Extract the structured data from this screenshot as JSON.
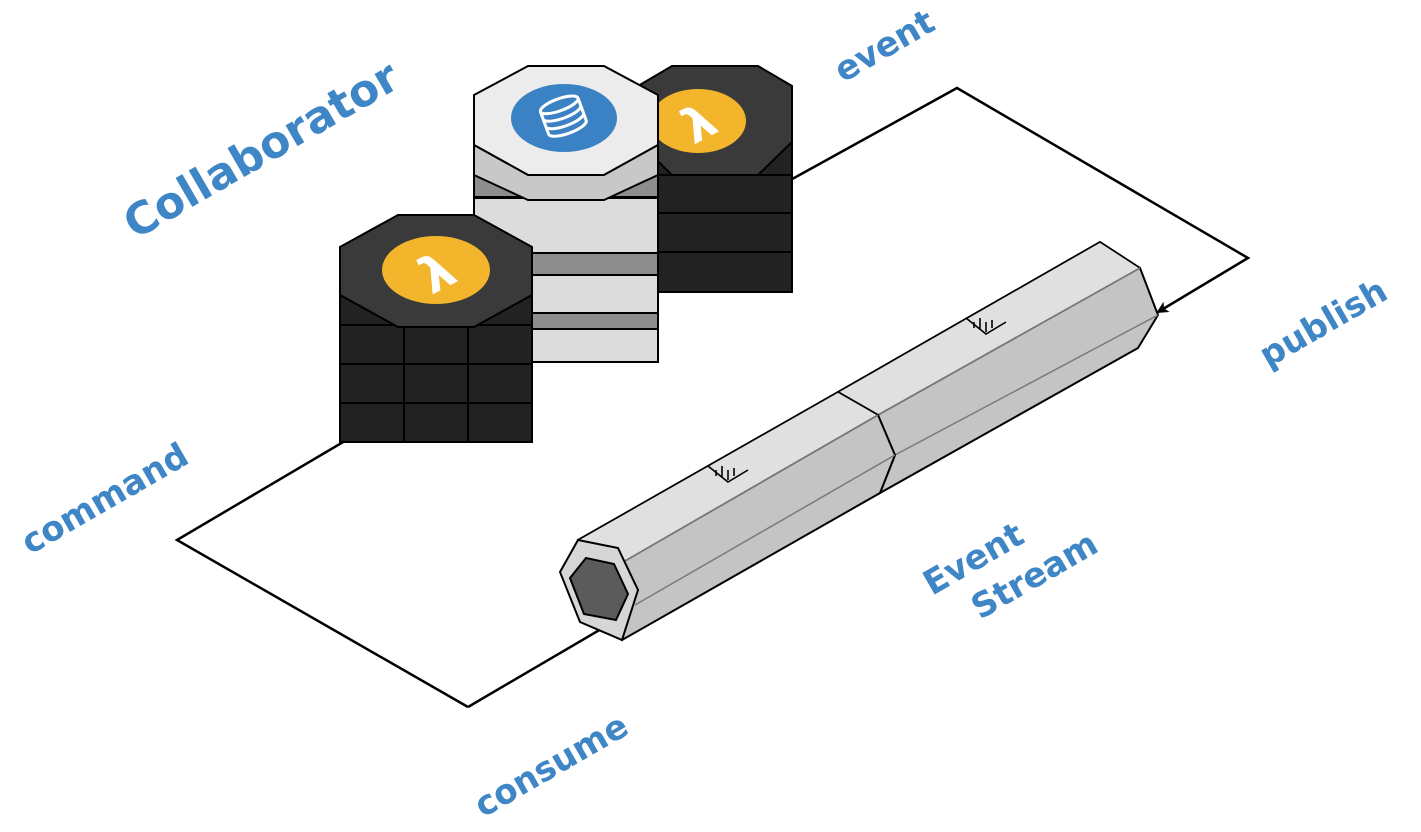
{
  "colors": {
    "label_blue": "#3f86c6",
    "lambda_orange": "#f2b52c",
    "db_blue": "#3b82c4",
    "stream_gray": "#c9c9c9",
    "dark_node": "#2b2b2b",
    "line": "#000000"
  },
  "labels": {
    "collaborator": "Collaborator",
    "event": "event",
    "publish": "publish",
    "command": "command",
    "consume": "consume",
    "event_stream_line1": "Event",
    "event_stream_line2": "Stream"
  },
  "icons": {
    "lambda": "lambda-icon",
    "database": "database-icon",
    "stream_chart": "bar-chart-icon"
  },
  "glyphs": {
    "lambda": "λ"
  }
}
